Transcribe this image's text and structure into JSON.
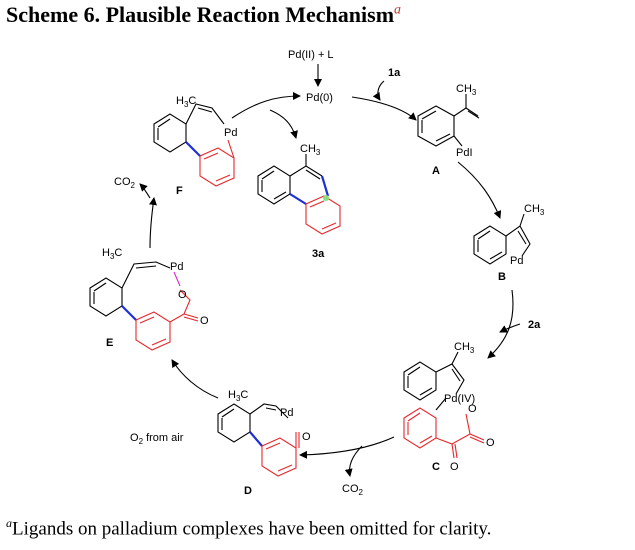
{
  "title": {
    "main": "Scheme 6. Plausible Reaction Mechanism",
    "sup": "a"
  },
  "reagents": {
    "catalyst_entry": "Pd(II) + L",
    "pd0": "Pd(0)",
    "substrate_1a": "1a",
    "substrate_2a": "2a",
    "product_3a": "3a",
    "co2": "CO",
    "co2_sub": "2",
    "oxidant": "O",
    "oxidant_sub": "2",
    "oxidant_tail": " from air"
  },
  "compounds": {
    "A": {
      "label": "A",
      "pd": "PdI",
      "me": "CH",
      "me_sub": "3"
    },
    "B": {
      "label": "B",
      "pd": "Pd",
      "me": "CH",
      "me_sub": "3"
    },
    "C": {
      "label": "C",
      "pd": "Pd(IV)",
      "me": "CH",
      "me_sub": "3",
      "o": "O"
    },
    "D": {
      "label": "D",
      "pd": "Pd",
      "me": "H",
      "me_sub": "3",
      "me_tail": "C"
    },
    "E": {
      "label": "E",
      "pd": "Pd",
      "me": "H",
      "me_sub": "3",
      "me_tail": "C",
      "o": "O"
    },
    "F": {
      "label": "F",
      "pd": "Pd",
      "me": "H",
      "me_sub": "3",
      "me_tail": "C"
    },
    "P3a": {
      "me": "CH",
      "me_sub": "3"
    }
  },
  "footnote": {
    "sup": "a",
    "text": "Ligands on palladium complexes have been omitted for clarity."
  },
  "colors": {
    "bond": "#000000",
    "red_ring": "#e8262a",
    "blue_bond": "#1d2fd6",
    "magenta": "#e020d8",
    "label_red": "#e8262a"
  }
}
